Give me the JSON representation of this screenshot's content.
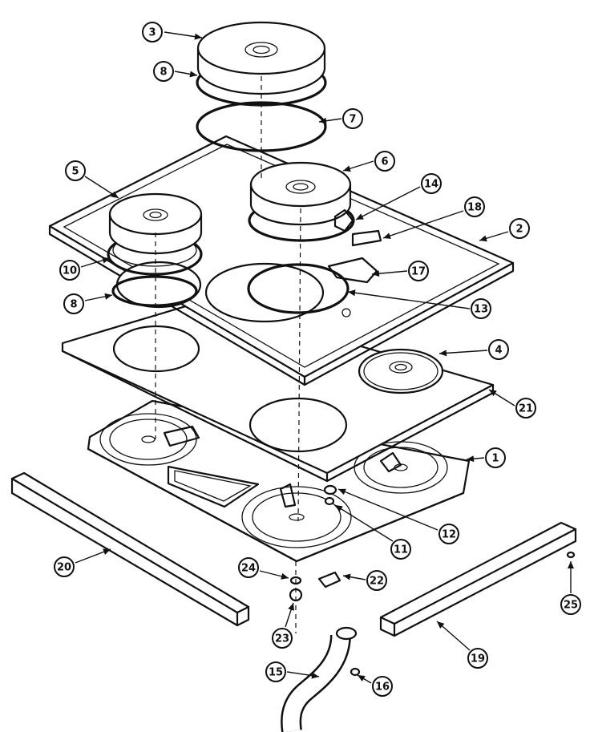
{
  "callouts": [
    {
      "id": "3",
      "label": "3"
    },
    {
      "id": "8a",
      "label": "8"
    },
    {
      "id": "7",
      "label": "7"
    },
    {
      "id": "6",
      "label": "6"
    },
    {
      "id": "5",
      "label": "5"
    },
    {
      "id": "14",
      "label": "14"
    },
    {
      "id": "18",
      "label": "18"
    },
    {
      "id": "2",
      "label": "2"
    },
    {
      "id": "10",
      "label": "10"
    },
    {
      "id": "17",
      "label": "17"
    },
    {
      "id": "8b",
      "label": "8"
    },
    {
      "id": "13",
      "label": "13"
    },
    {
      "id": "4",
      "label": "4"
    },
    {
      "id": "21",
      "label": "21"
    },
    {
      "id": "1",
      "label": "1"
    },
    {
      "id": "12",
      "label": "12"
    },
    {
      "id": "11",
      "label": "11"
    },
    {
      "id": "20",
      "label": "20"
    },
    {
      "id": "24",
      "label": "24"
    },
    {
      "id": "22",
      "label": "22"
    },
    {
      "id": "25",
      "label": "25"
    },
    {
      "id": "23",
      "label": "23"
    },
    {
      "id": "19",
      "label": "19"
    },
    {
      "id": "15",
      "label": "15"
    },
    {
      "id": "16",
      "label": "16"
    }
  ]
}
